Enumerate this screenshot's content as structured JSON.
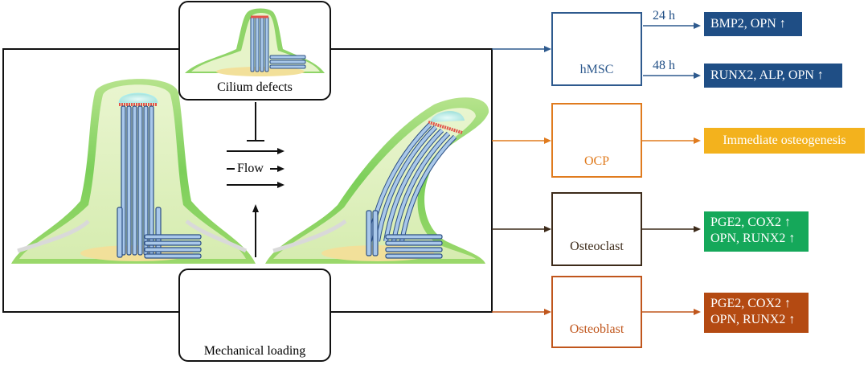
{
  "left_panel": {
    "cilium_defects_label": "Cilium defects",
    "flow_label": "Flow",
    "mechanical_loading_label": "Mechanical loading"
  },
  "cells": [
    {
      "name": "hMSC",
      "color": "#2e5a8e",
      "icon": "mesenchymal-stem-cell-icon"
    },
    {
      "name": "OCP",
      "color": "#e07b1e",
      "icon": "osteoclast-precursor-icon"
    },
    {
      "name": "Osteoclast",
      "color": "#3d2b1a",
      "icon": "osteoclast-icon"
    },
    {
      "name": "Osteoblast",
      "color": "#c0561c",
      "icon": "osteoblast-icon"
    }
  ],
  "outcomes": {
    "hmsc_24h": {
      "time": "24 h",
      "text": "BMP2, OPN",
      "arrow": "↑",
      "color": "#1f4e85"
    },
    "hmsc_48h": {
      "time": "48 h",
      "text": "RUNX2, ALP, OPN",
      "arrow": "↑",
      "color": "#1f4e85"
    },
    "ocp": {
      "text": "Immediate osteogenesis",
      "color": "#f3b21d"
    },
    "osteoclast": {
      "line1": "PGE2, COX2",
      "line2": "OPN, RUNX2",
      "arrow": "↑",
      "color": "#15a85a"
    },
    "osteoblast": {
      "line1": "PGE2, COX2",
      "line2": "OPN, RUNX2",
      "arrow": "↑",
      "color": "#b44a12"
    }
  }
}
